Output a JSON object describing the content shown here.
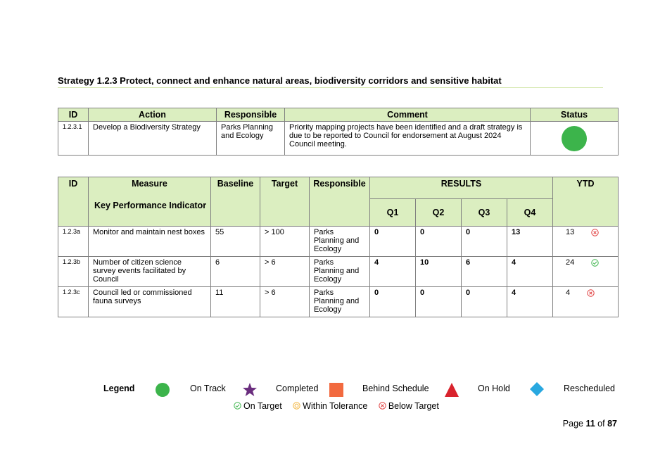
{
  "heading": "Strategy 1.2.3 Protect, connect and enhance natural areas, biodiversity corridors and sensitive habitat",
  "action_table": {
    "headers": {
      "id": "ID",
      "action": "Action",
      "responsible": "Responsible",
      "comment": "Comment",
      "status": "Status"
    },
    "row": {
      "id": "1.2.3.1",
      "action": "Develop a Biodiversity Strategy",
      "responsible": "Parks Planning and Ecology",
      "comment": "Priority mapping projects have been identified and a draft strategy is due to be reported to Council for endorsement at August 2024 Council meeting.",
      "status": "on-track",
      "status_color": "#3cb44b"
    }
  },
  "kpi_table": {
    "headers": {
      "id": "ID",
      "measure": "Measure",
      "kpi": "Key Performance Indicator",
      "baseline": "Baseline",
      "target": "Target",
      "responsible": "Responsible",
      "results": "RESULTS",
      "q1": "Q1",
      "q2": "Q2",
      "q3": "Q3",
      "q4": "Q4",
      "ytd": "YTD"
    },
    "rows": [
      {
        "id": "1.2.3a",
        "measure": "Monitor and maintain nest boxes",
        "baseline": "55",
        "target": "> 100",
        "responsible": "Parks Planning and Ecology",
        "q1": "0",
        "q2": "0",
        "q3": "0",
        "q4": "13",
        "ytd": "13",
        "ytd_status": "below-target"
      },
      {
        "id": "1.2.3b",
        "measure": "Number of citizen science survey events facilitated by Council",
        "baseline": "6",
        "target": "> 6",
        "responsible": "Parks Planning and Ecology",
        "q1": "4",
        "q2": "10",
        "q3": "6",
        "q4": "4",
        "ytd": "24",
        "ytd_status": "on-target"
      },
      {
        "id": "1.2.3c",
        "measure": "Council led or commissioned fauna surveys",
        "baseline": "11",
        "target": "> 6",
        "responsible": "Parks Planning and Ecology",
        "q1": "0",
        "q2": "0",
        "q3": "0",
        "q4": "4",
        "ytd": "4",
        "ytd_status": "below-target"
      }
    ]
  },
  "legend": {
    "title": "Legend",
    "items": [
      {
        "label": "On Track",
        "icon": "green-circle-icon",
        "color": "#3cb44b"
      },
      {
        "label": "Completed",
        "icon": "purple-star-icon",
        "color": "#6a2d7e"
      },
      {
        "label": "Behind Schedule",
        "icon": "orange-square-icon",
        "color": "#f26a3f"
      },
      {
        "label": "On Hold",
        "icon": "red-triangle-icon",
        "color": "#d9232d"
      },
      {
        "label": "Rescheduled",
        "icon": "blue-diamond-icon",
        "color": "#29a8e0"
      }
    ],
    "kpi_items": [
      {
        "label": "On Target",
        "icon": "check-circle-icon",
        "color": "#3cb44b"
      },
      {
        "label": "Within Tolerance",
        "icon": "neutral-circle-icon",
        "color": "#f2b43c"
      },
      {
        "label": "Below Target",
        "icon": "cross-circle-icon",
        "color": "#e03c3c"
      }
    ]
  },
  "page": {
    "prefix": "Page",
    "current": "11",
    "of": "of",
    "total": "87"
  }
}
